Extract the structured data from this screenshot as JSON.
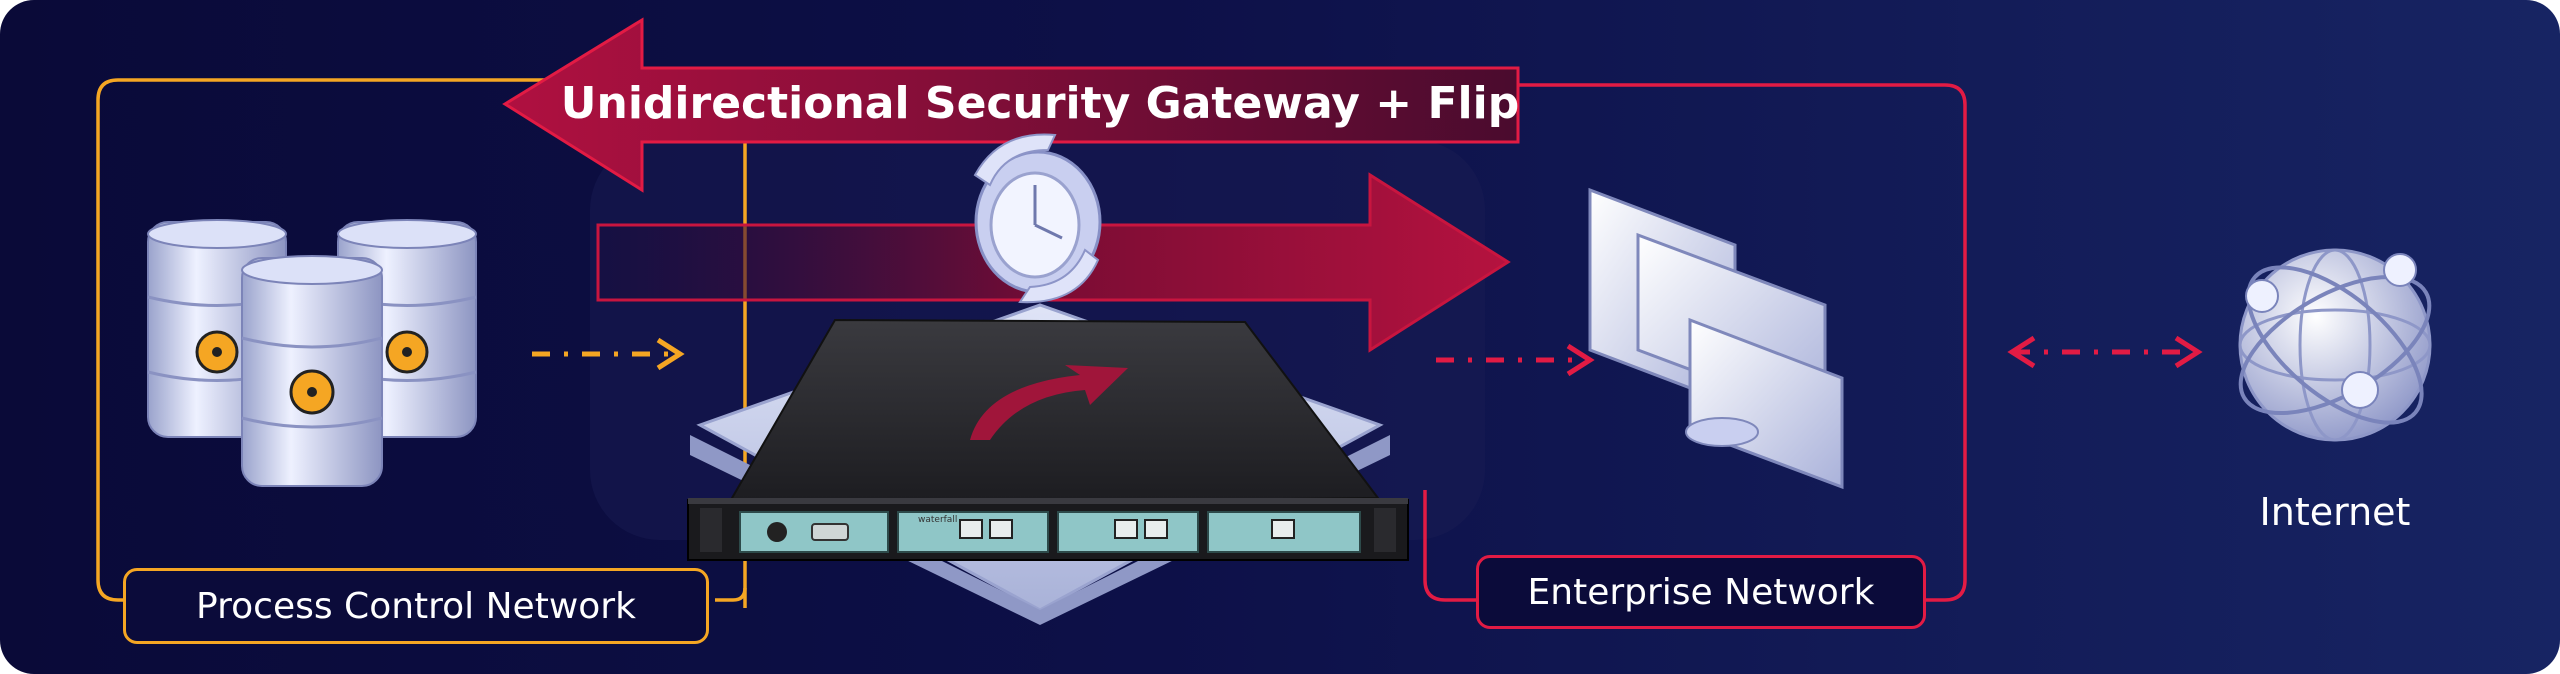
{
  "title": "Unidirectional Security Gateway + Flip",
  "labels": {
    "process_control": "Process Control Network",
    "enterprise": "Enterprise Network",
    "internet": "Internet"
  },
  "device": {
    "brand": "waterfall"
  },
  "icons": {
    "barrels": "radioactive-barrel-icon",
    "clock": "rotating-clock-icon",
    "monitors": "monitor-stack-icon",
    "globe": "globe-network-icon"
  },
  "colors": {
    "background_left": "#0a0a38",
    "background_right": "#172463",
    "orange": "#f5a623",
    "red": "#e21b44",
    "crimson": "#9c1438"
  }
}
